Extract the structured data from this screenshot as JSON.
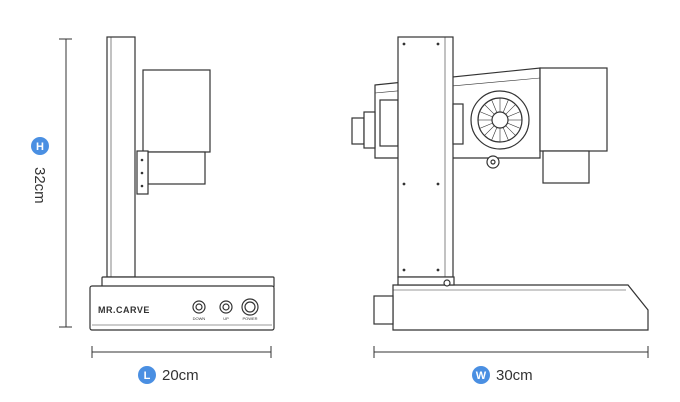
{
  "dimensions": {
    "height": {
      "badge_letter": "H",
      "label": "32cm"
    },
    "length": {
      "badge_letter": "L",
      "label": "20cm"
    },
    "width": {
      "badge_letter": "W",
      "label": "30cm"
    }
  },
  "side_view": {
    "brand": "MR.CARVE",
    "buttons": [
      {
        "label": "DOWN"
      },
      {
        "label": "UP"
      },
      {
        "label": "POWER"
      }
    ]
  },
  "colors": {
    "badge": "#4a8fe2",
    "line": "#333333"
  }
}
